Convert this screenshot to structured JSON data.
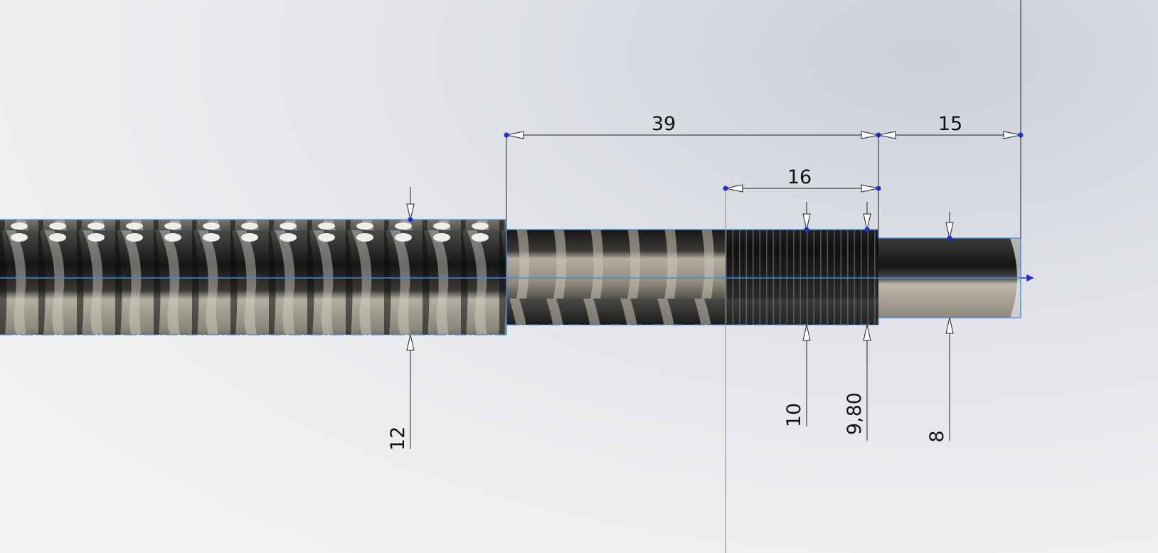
{
  "app": {
    "view": "CAD model view"
  },
  "dimensions": {
    "length_39": "39",
    "length_15": "15",
    "length_16": "16",
    "dia_12": "12",
    "dia_10": "10",
    "dia_9_80": "9,80",
    "dia_8": "8"
  },
  "colors": {
    "sketch_line": "#3d8de0",
    "dimension_line": "#111111",
    "point_blue": "#1d2fd6",
    "shaft_dark": "#2d2d2b",
    "shaft_light": "#9a958a"
  }
}
